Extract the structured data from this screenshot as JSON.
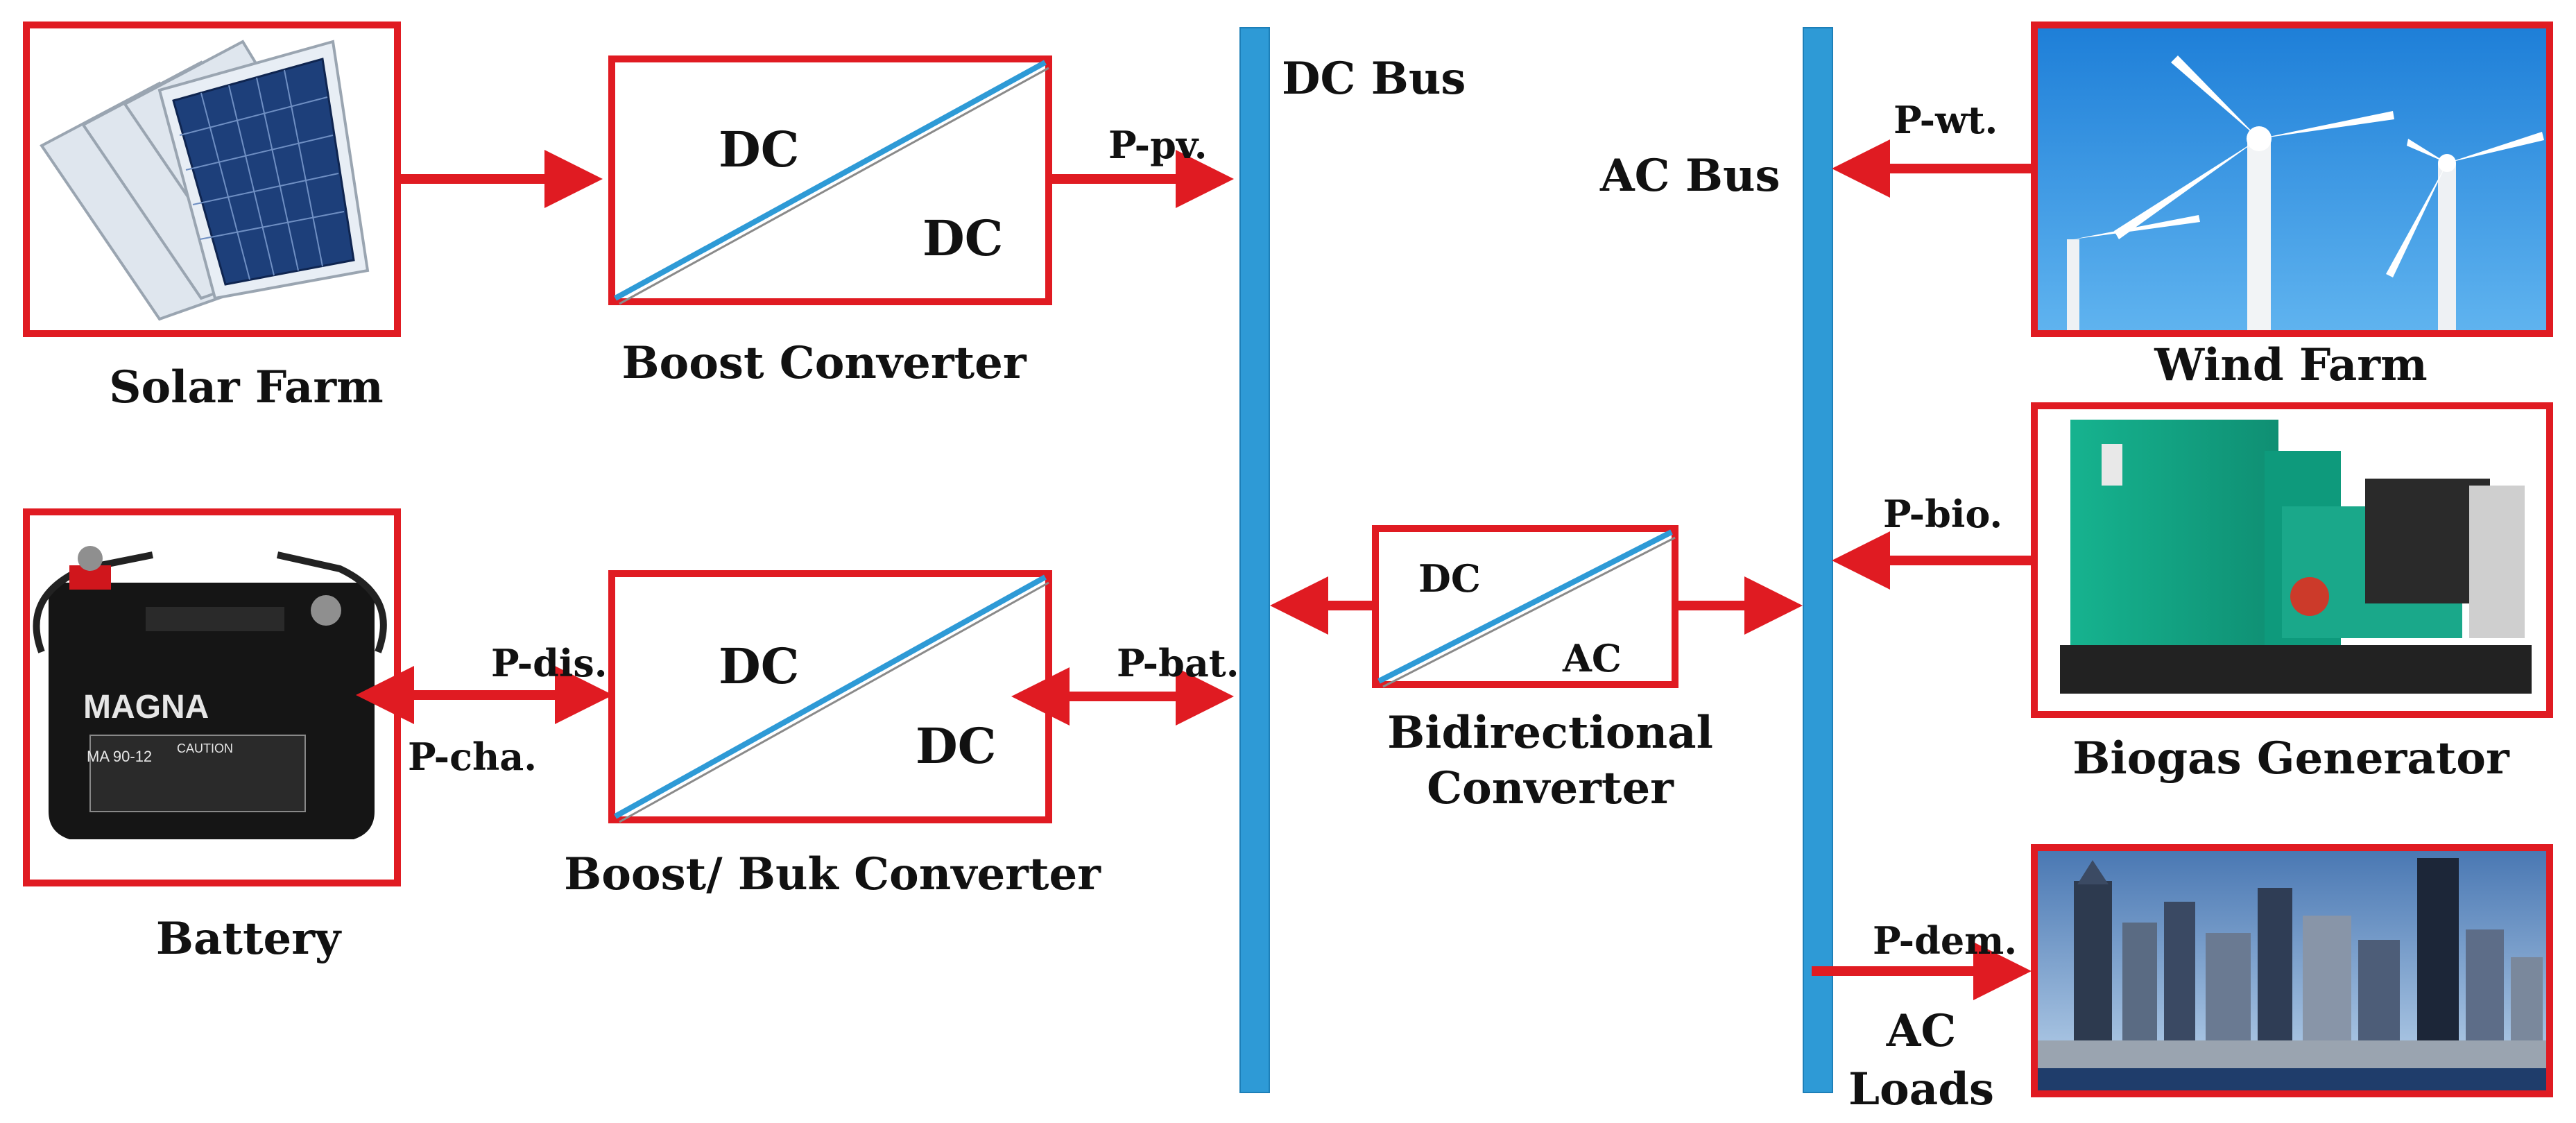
{
  "labels": {
    "solar_farm": "Solar Farm",
    "boost_converter": "Boost Converter",
    "boost_buk_converter": "Boost/ Buk Converter",
    "battery": "Battery",
    "dc_bus": "DC Bus",
    "ac_bus": "AC Bus",
    "bidirectional_line1": "Bidirectional",
    "bidirectional_line2": "Converter",
    "wind_farm": "Wind Farm",
    "biogas_generator": "Biogas Generator",
    "ac_loads_line1": "AC",
    "ac_loads_line2": "Loads"
  },
  "converter_text": {
    "boost_in": "DC",
    "boost_out": "DC",
    "buk_in": "DC",
    "buk_out": "DC",
    "bidir_in": "DC",
    "bidir_out": "AC"
  },
  "power_flows": {
    "p_pv": "P-pv.",
    "p_dis": "P-dis.",
    "p_cha": "P-cha.",
    "p_bat": "P-bat.",
    "p_wt": "P-wt.",
    "p_bio": "P-bio.",
    "p_dem": "P-dem."
  },
  "battery_label": {
    "brand": "MAGNA",
    "model": "MA 90-12",
    "caution": "CAUTION"
  },
  "colors": {
    "frame": "#e01b22",
    "bus": "#2e9ad6",
    "arrow": "#e01b22"
  }
}
